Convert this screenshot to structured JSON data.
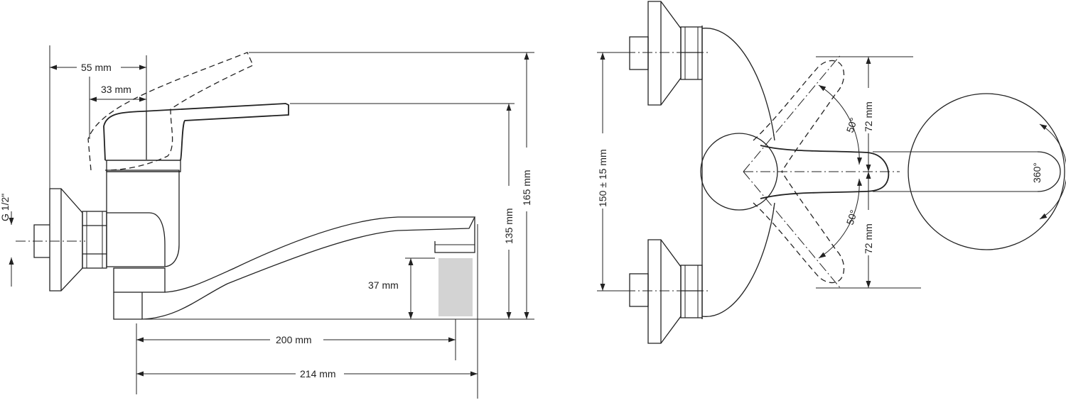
{
  "drawing": {
    "side_view": {
      "dim_55": "55 mm",
      "dim_33": "33 mm",
      "dim_thread": "G 1/2\"",
      "dim_135": "135 mm",
      "dim_165": "165 mm",
      "dim_37": "37 mm",
      "dim_200": "200 mm",
      "dim_214": "214 mm"
    },
    "top_view": {
      "dim_150": "150 ± 15 mm",
      "dim_72_upper": "72 mm",
      "dim_72_lower": "72 mm",
      "angle_upper": "50°",
      "angle_lower": "50°",
      "rotation": "360°"
    },
    "colors": {
      "line": "#222222",
      "water_stream": "#d3d3d3"
    }
  }
}
